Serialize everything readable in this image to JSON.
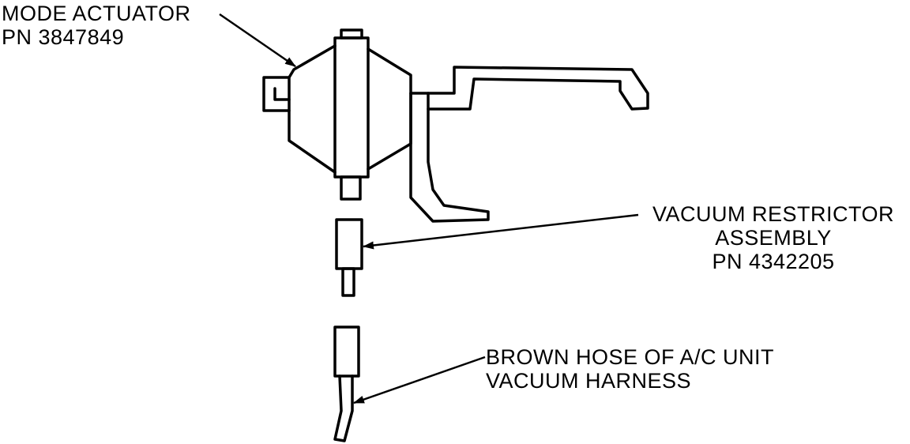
{
  "labels": {
    "mode_actuator": {
      "line1": "MODE ACTUATOR",
      "line2": "PN 3847849"
    },
    "vacuum_restrictor": {
      "line1": "VACUUM RESTRICTOR",
      "line2": "ASSEMBLY",
      "line3": "PN 4342205"
    },
    "brown_hose": {
      "line1": "BROWN HOSE OF A/C UNIT",
      "line2": "VACUUM HARNESS"
    }
  },
  "colors": {
    "ink": "#000000",
    "background": "#ffffff"
  }
}
